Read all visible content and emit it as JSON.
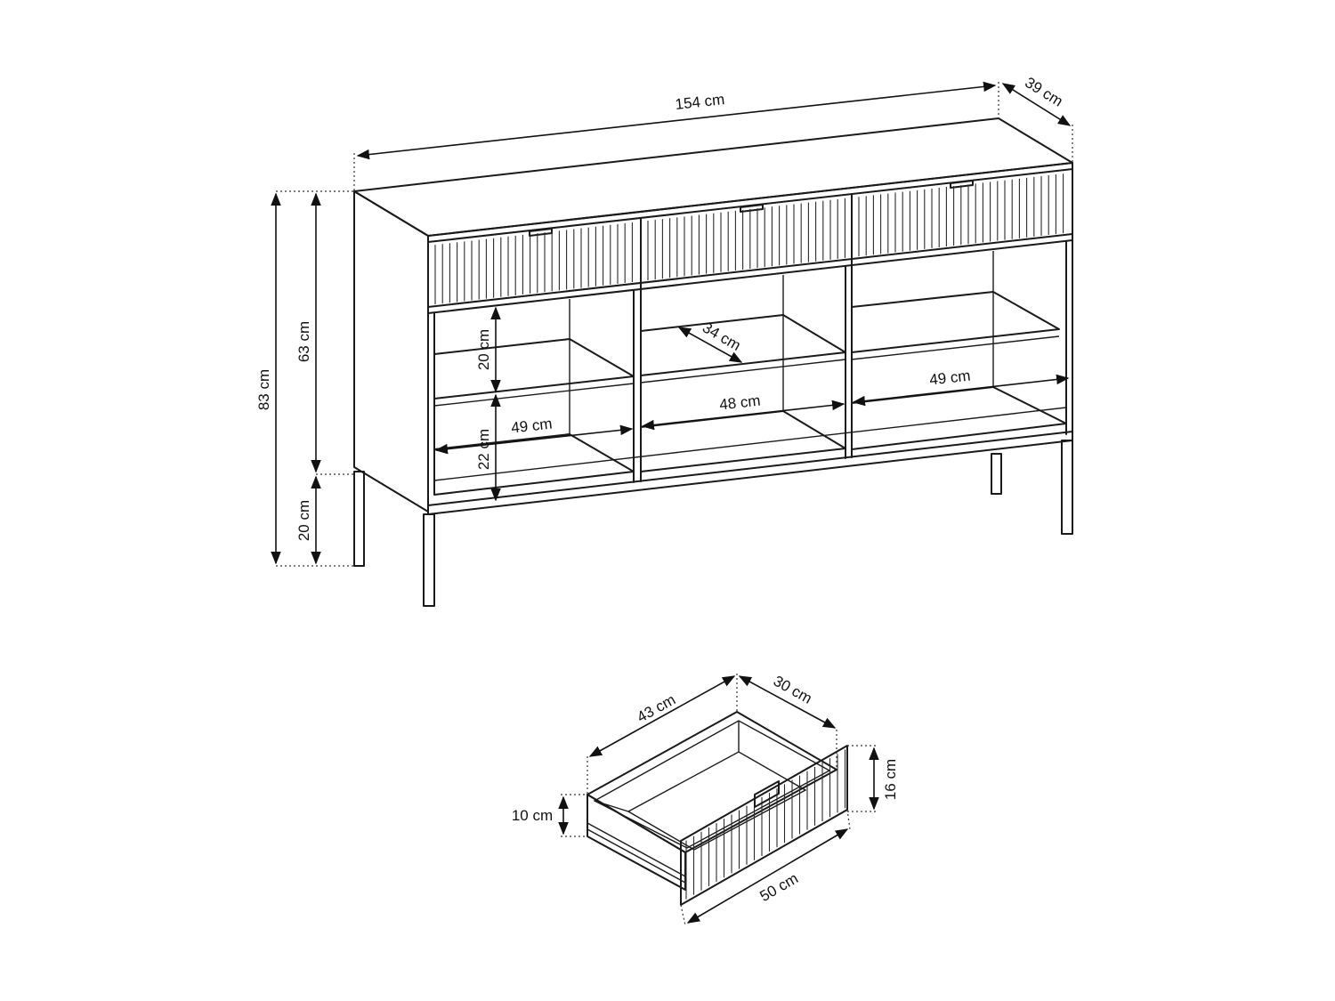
{
  "sideboard": {
    "width": "154 cm",
    "depth": "39 cm",
    "total_height": "83 cm",
    "body_height": "63 cm",
    "leg_height": "20 cm",
    "upper_shelf_height": "20 cm",
    "lower_shelf_height": "22 cm",
    "shelf_depth": "34 cm",
    "left_compartment_width": "49 cm",
    "middle_compartment_width": "48 cm",
    "right_compartment_width": "49 cm"
  },
  "drawer": {
    "length": "43 cm",
    "depth": "30 cm",
    "front_width": "50 cm",
    "front_height": "16 cm",
    "inner_height": "10 cm"
  }
}
